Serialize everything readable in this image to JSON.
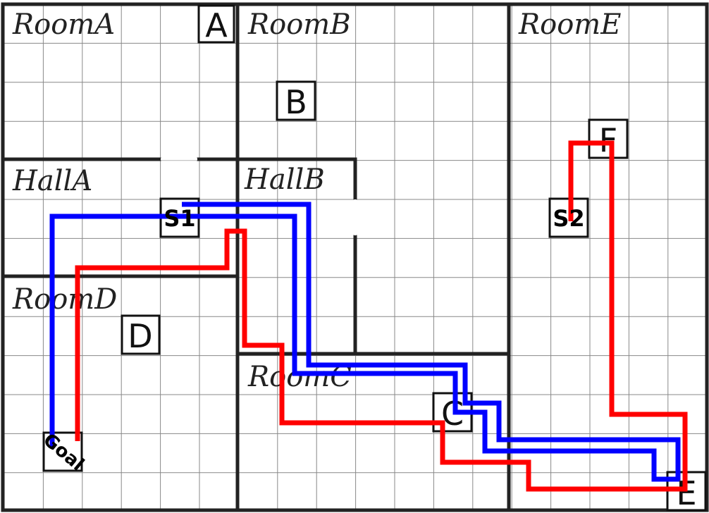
{
  "rooms": {
    "room_a": "RoomA",
    "room_b": "RoomB",
    "room_e": "RoomE",
    "hall_a": "HallA",
    "hall_b": "HallB",
    "room_d": "RoomD",
    "room_c": "RoomC"
  },
  "markers": {
    "a": "A",
    "b": "B",
    "d": "D",
    "c": "C",
    "e": "E",
    "f": "F",
    "s1": "S1",
    "s2": "S2",
    "goal": "Goal"
  },
  "colors": {
    "background": "#ffffff",
    "grid": "#888888",
    "wall": "#222222",
    "path_blue": "#0000ff",
    "path_red": "#ff0000"
  }
}
